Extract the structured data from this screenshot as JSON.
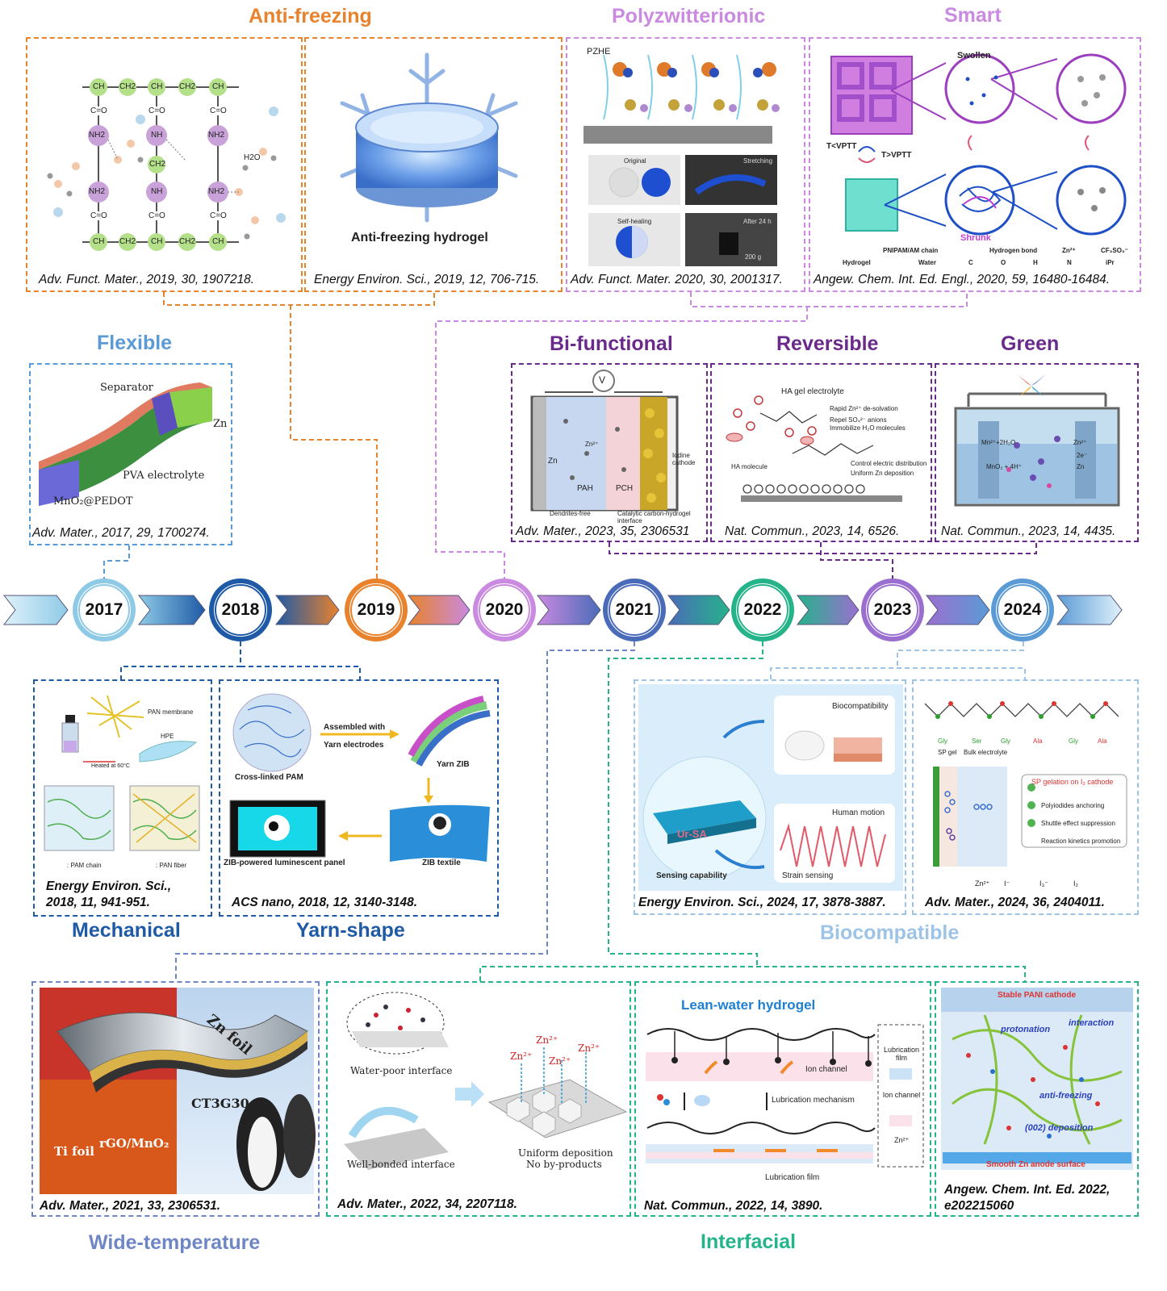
{
  "categories": {
    "anti_freezing": "Anti-freezing",
    "polyzwitterionic": "Polyzwitterionic",
    "smart": "Smart",
    "flexible": "Flexible",
    "bi_functional": "Bi-functional",
    "reversible": "Reversible",
    "green": "Green",
    "mechanical": "Mechanical",
    "yarn_shape": "Yarn-shape",
    "biocompatible": "Biocompatible",
    "wide_temperature": "Wide-temperature",
    "interfacial": "Interfacial"
  },
  "colors": {
    "anti_freezing": "#e8822c",
    "polyzwitterionic": "#c98ae0",
    "flexible": "#5b9bd5",
    "purple_dark": "#6a2a8c",
    "mechanical": "#1f5aa6",
    "biocompatible": "#9dc3e6",
    "wide_temperature": "#6f86c6",
    "interfacial": "#25b38a"
  },
  "timeline": {
    "years": [
      "2017",
      "2018",
      "2019",
      "2020",
      "2021",
      "2022",
      "2023",
      "2024"
    ],
    "ring_colors": [
      "#8ecae6",
      "#1f5aa6",
      "#e8822c",
      "#c98ae0",
      "#4a6cb8",
      "#25b38a",
      "#9b6fd0",
      "#5b9bd5"
    ]
  },
  "panels": {
    "af1": {
      "citation": "Adv. Funct. Mater., 2019, 30, 1907218.",
      "chain_top": [
        "CH",
        "CH2",
        "CH",
        "CH2",
        "CH"
      ],
      "chain_bottom": [
        "CH",
        "CH2",
        "CH",
        "CH2",
        "CH"
      ],
      "co": "C=O",
      "nh2": "NH2",
      "nh": "NH",
      "h2o": "H2O"
    },
    "af2": {
      "citation": "Energy Environ. Sci., 2019, 12, 706-715.",
      "caption": "Anti-freezing hydrogel"
    },
    "pz": {
      "citation": "Adv. Funct. Mater. 2020, 30, 2001317.",
      "label": "PZHE",
      "original": "Original",
      "stretching": "Stretching",
      "self_healing": "Self-healing",
      "after": "After 24 h",
      "weight": "200 g"
    },
    "smart": {
      "citation": "Angew. Chem. Int. Ed. Engl., 2020, 59, 16480-16484.",
      "swollen": "Swollen",
      "shrunk": "Shrunk",
      "t_low": "T<VPTT",
      "t_high": "T>VPTT",
      "legend": [
        "PNIPAM/AM chain",
        "Hydrogen bond",
        "Zn²⁺",
        "CF₃SO₃⁻",
        "Hydrogel",
        "Water",
        "C",
        "O",
        "H",
        "N",
        "iPr"
      ]
    },
    "flex": {
      "citation": "Adv. Mater., 2017, 29, 1700274.",
      "separator": "Separator",
      "zn": "Zn",
      "pva": "PVA electrolyte",
      "mno2": "MnO₂@PEDOT"
    },
    "bi": {
      "citation": "Adv. Mater., 2023, 35, 2306531",
      "zn": "Zn",
      "zn2": "Zn²⁺",
      "pah": "PAH",
      "pch": "PCH",
      "iodine": "Iodine cathode",
      "dendrite": "Dendrites-free",
      "catalytic": "Catalytic  carbon-hydrogel interface",
      "volt": "V"
    },
    "rev": {
      "citation": "Nat. Commun., 2023, 14, 6526.",
      "title": "HA gel electrolyte",
      "lines": [
        "Rapid Zn²⁺ de-solvation",
        "Repel SO₄²⁻ anions",
        "Immobilize H₂O molecules"
      ],
      "lines2": [
        "Control electric distribution",
        "Uniform Zn deposition"
      ],
      "ha": "HA molecule"
    },
    "green": {
      "citation": "Nat. Commun., 2023, 14, 4435.",
      "mn": "Mn²⁺+2H₂O",
      "mno2": "MnO₂ + 4H⁺",
      "zn2": "Zn²⁺",
      "zn": "Zn",
      "e": "2e⁻"
    },
    "mech": {
      "citation_line1": "Energy Environ. Sci.,",
      "citation_line2": "2018, 11, 941-951.",
      "pan": "PAN membrane",
      "hpe": "HPE",
      "heated": "Heated at 60°C",
      "pam": ": PAM chain",
      "fiber": ": PAN fiber"
    },
    "yarn": {
      "citation": "ACS nano, 2018, 12, 3140-3148.",
      "crosslinked": "Cross-linked PAM",
      "assembled": "Assembled with",
      "yarn_el": "Yarn electrodes",
      "yarn_zib": "Yarn ZIB",
      "textile": "ZIB textile",
      "panel": "ZIB-powered luminescent panel"
    },
    "bio1": {
      "citation": "Energy Environ. Sci., 2024, 17, 3878-3887.",
      "biocompat": "Biocompatibility",
      "human": "Human motion",
      "ursa": "Ur-SA",
      "sensing": "Sensing capability",
      "strain": "Strain sensing"
    },
    "bio2": {
      "citation": "Adv. Mater., 2024, 36, 2404011.",
      "aa": [
        "Gly",
        "Ser",
        "Gly",
        "Ala",
        "Gly",
        "Ala"
      ],
      "sp_gel": "SP gel",
      "bulk": "Bulk electrolyte",
      "gelation": "SP gelation on I₂ cathode",
      "checks": [
        "Polyiodides anchoring",
        "Shuttle effect suppression",
        "Reaction kinetics promotion"
      ],
      "cathode": "I₂ cathode",
      "legend": [
        "Zn²⁺",
        "I⁻",
        "I₃⁻",
        "I₂"
      ]
    },
    "wt": {
      "citation": "Adv. Mater., 2021, 33, 2306531.",
      "zn_foil": "Zn foil",
      "ct": "CT3G30",
      "ti": "Ti foil",
      "rgo": "rGO/MnO₂"
    },
    "if1": {
      "citation": "Adv. Mater., 2022, 34, 2207118.",
      "water_poor": "Water-poor interface",
      "bonded": "Well-bonded interface",
      "uniform": "Uniform deposition",
      "no_by": "No by-products",
      "zn2": "Zn²⁺"
    },
    "if2": {
      "citation": "Nat. Commun., 2022, 14, 3890.",
      "title": "Lean-water hydrogel",
      "ion_channel": "Ion channel",
      "mech": "Lubrication mechanism",
      "film": "Lubrication film",
      "legend_film": "Lubrication film",
      "legend_ion": "Ion channel",
      "legend_zn": "Zn²⁺"
    },
    "if3": {
      "citation_line1": "Angew. Chem. Int. Ed. 2022,",
      "citation_line2": "e202215060",
      "cathode": "Stable PANI cathode",
      "protonation": "protonation",
      "interaction": "interaction",
      "antifreezing": "anti-freezing",
      "deposition": "(002) deposition",
      "anode": "Smooth Zn anode surface"
    }
  }
}
